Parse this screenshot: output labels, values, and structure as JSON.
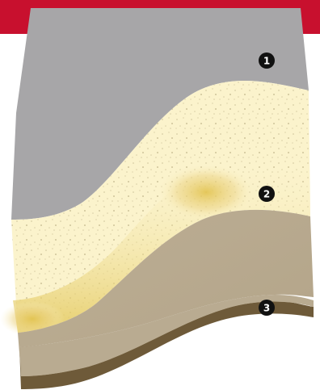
{
  "colors": {
    "header_band": "#c8102e",
    "top_layer": "#a7a6a8",
    "middle_layer": "#fbf3cc",
    "middle_layer_speckle": "#d9cfa0",
    "middle_layer_shadow": "#e6c95a",
    "bottom_layer_top": "#b9ab91",
    "bottom_layer_edge": "#6e5a39",
    "marker_fill": "#111111"
  },
  "markers": [
    {
      "id": "marker-1",
      "label": "1"
    },
    {
      "id": "marker-2",
      "label": "2"
    },
    {
      "id": "marker-3",
      "label": "3"
    }
  ]
}
